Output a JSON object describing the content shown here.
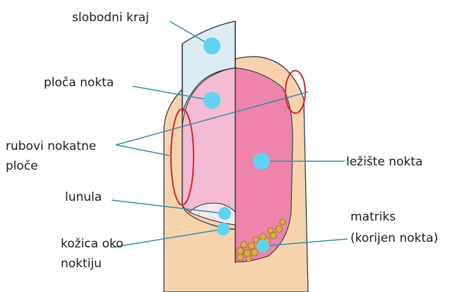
{
  "labels": {
    "free_edge": "slobodni kraj",
    "nail_plate": "ploča nokta",
    "plate_edges_line1": "rubovi nokatne",
    "plate_edges_line2": "ploče",
    "lunula": "lunula",
    "cuticle_line1": "kožica oko",
    "cuticle_line2": "noktiju",
    "nail_bed": "ležište nokta",
    "matrix_line1": "matriks",
    "matrix_line2": "(korijen nokta)"
  },
  "colors": {
    "skin": "#f6d3ad",
    "nail_plate_top": "#dcecf4",
    "nail_plate_pink": "#f4bcd3",
    "nail_bed": "#ec84ab",
    "lunula": "#f3e8ef",
    "matrix": "#dcae42",
    "marker": "#5fd4f2",
    "leader": "#2e8fa8",
    "highlight_ring": "#d8242e",
    "outline": "#2a2a38"
  }
}
